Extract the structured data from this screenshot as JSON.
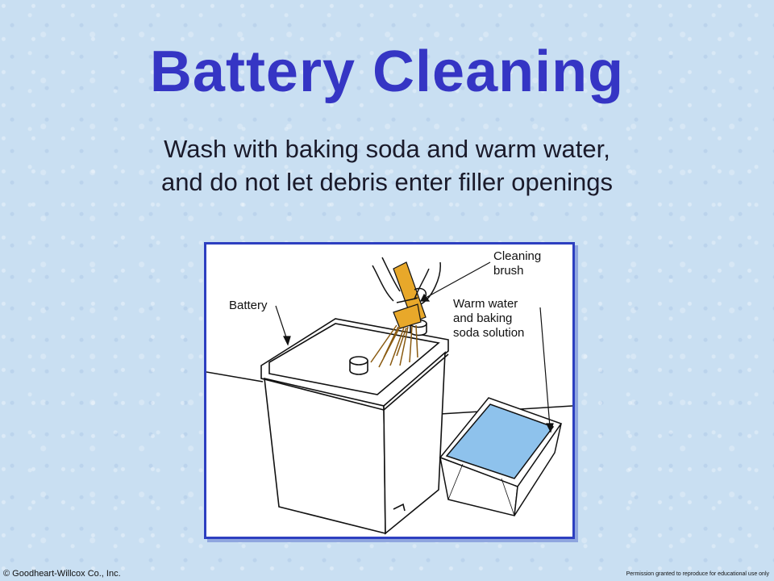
{
  "slide": {
    "title": "Battery Cleaning",
    "subtitle_line1": "Wash with baking soda and warm water,",
    "subtitle_line2": "and do not let debris enter filler openings"
  },
  "figure": {
    "labels": {
      "battery": "Battery",
      "brush_line1": "Cleaning",
      "brush_line2": "brush",
      "solution_line1": "Warm water",
      "solution_line2": "and baking",
      "solution_line3": "soda solution"
    },
    "colors": {
      "brush_handle": "#e8a82a",
      "water": "#8ec2ec",
      "frame_border": "#2d3fc0"
    }
  },
  "footer": {
    "copyright": "© Goodheart-Willcox Co., Inc.",
    "permission": "Permission granted to reproduce for educational use only"
  },
  "colors": {
    "title": "#3535c4",
    "background": "#c9dff2"
  }
}
